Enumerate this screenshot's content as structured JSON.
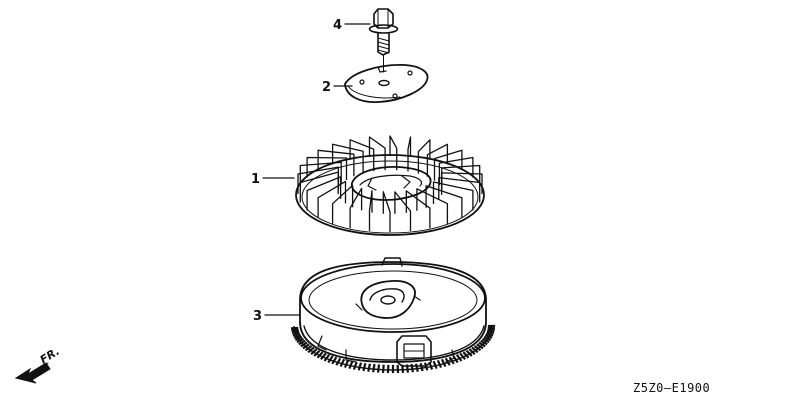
{
  "diagram": {
    "callouts": [
      {
        "id": "4",
        "label": "4"
      },
      {
        "id": "2",
        "label": "2"
      },
      {
        "id": "1",
        "label": "1"
      },
      {
        "id": "3",
        "label": "3"
      }
    ],
    "drawing_code": "Z5Z0—E1900",
    "direction_label": "FR."
  }
}
